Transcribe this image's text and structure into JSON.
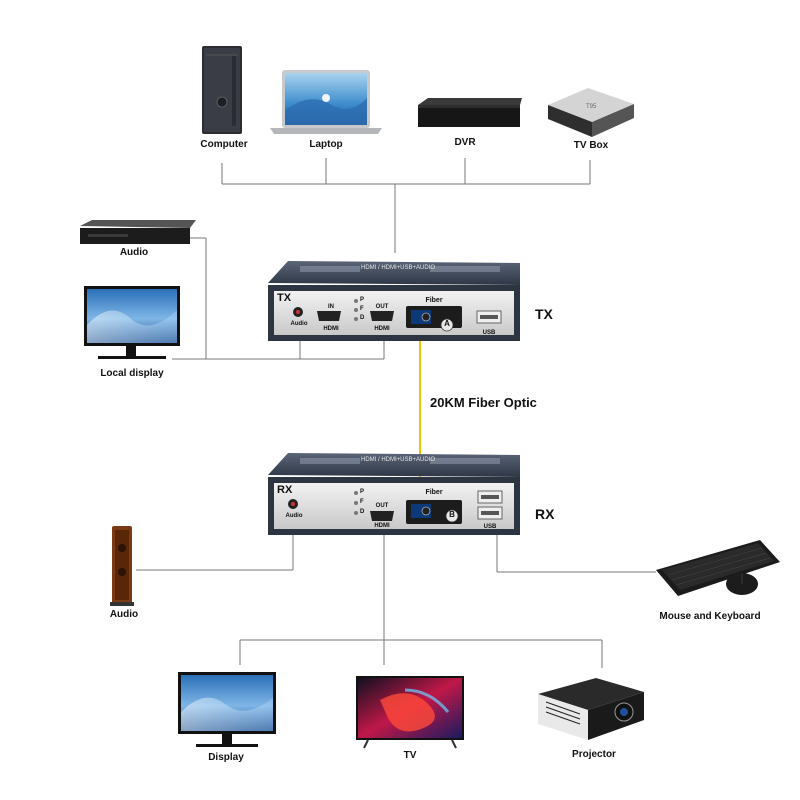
{
  "sources": {
    "computer": "Computer",
    "laptop": "Laptop",
    "dvr": "DVR",
    "tvbox": "TV Box"
  },
  "tx_side": {
    "audio": "Audio",
    "local_display": "Local display"
  },
  "tx_unit": {
    "corner": "TX",
    "side_label": "TX",
    "top_banner": "HDMI / HDMI+USB+AUDIO",
    "audio_port": "Audio",
    "in_label": "IN",
    "out_label": "OUT",
    "hdmi_label1": "HDMI",
    "hdmi_label2": "HDMI",
    "led_p": "P",
    "led_f": "F",
    "led_d": "D",
    "fiber_label": "Fiber",
    "fiber_port": "A",
    "usb_label": "USB"
  },
  "fiber_link": "20KM Fiber Optic",
  "rx_unit": {
    "corner": "RX",
    "side_label": "RX",
    "top_banner": "HDMI / HDMI+USB+AUDIO",
    "audio_port": "Audio",
    "out_label": "OUT",
    "hdmi_label": "HDMI",
    "led_p": "P",
    "led_f": "F",
    "led_d": "D",
    "fiber_label": "Fiber",
    "fiber_port": "B",
    "usb_label": "USB"
  },
  "rx_side": {
    "audio": "Audio",
    "mouse_keyboard": "Mouse and Keyboard"
  },
  "outputs": {
    "display": "Display",
    "tv": "TV",
    "projector": "Projector"
  }
}
